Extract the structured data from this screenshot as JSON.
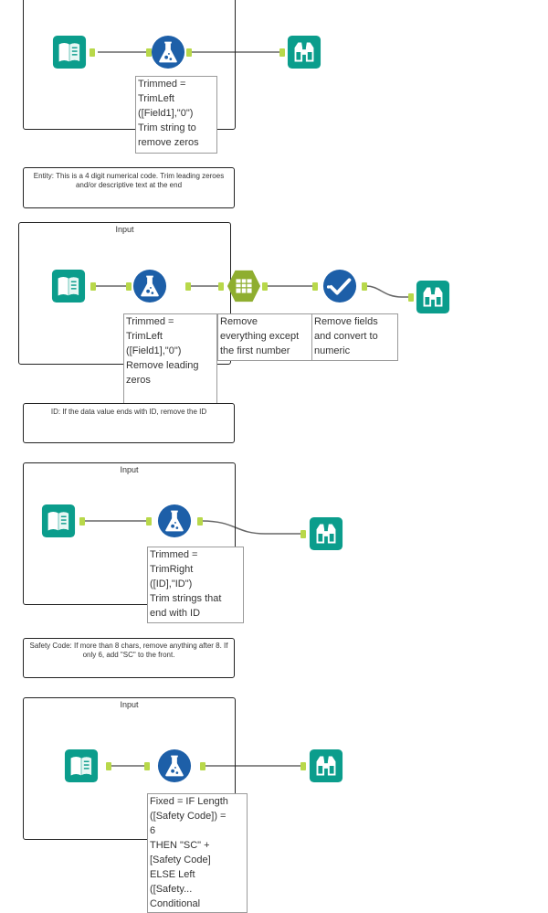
{
  "colors": {
    "teal": "#0b9d8c",
    "blue": "#1d5fa8",
    "olive": "#8fae2f",
    "connector": "#b8d84a",
    "wire": "#666666"
  },
  "icons": {
    "input": "book-icon",
    "formula": "flask-icon",
    "regex": "table-lines-icon",
    "select": "checkmark-icon",
    "browse": "binoculars-icon"
  },
  "workflow1": {
    "annotation": [
      "Trimmed =",
      "TrimLeft",
      "([Field1],\"0\")",
      "Trim string to",
      "remove zeros"
    ]
  },
  "comment_entity": "Entity: This is a 4 digit numerical code. Trim leading zeroes and/or descriptive text at the end",
  "workflow2": {
    "title": "Input",
    "formula_annotation": [
      "Trimmed =",
      "TrimLeft",
      "([Field1],\"0\")",
      "Remove leading",
      "zeros"
    ],
    "regex_annotation": [
      "Remove",
      "everything except",
      "the first number"
    ],
    "select_annotation": [
      "Remove fields",
      "and convert to",
      "numeric"
    ]
  },
  "comment_id": "ID: If the data value ends with ID, remove the ID",
  "workflow3": {
    "title": "Input",
    "annotation": [
      "Trimmed =",
      "TrimRight",
      "([ID],\"ID\")",
      "Trim strings that",
      "end with ID"
    ]
  },
  "comment_safety": "Safety Code: If more than 8 chars, remove anything after 8. If only 6, add \"SC\" to the front.",
  "workflow4": {
    "title": "Input",
    "annotation": [
      "Fixed = IF Length",
      "([Safety Code]) =",
      "6",
      "THEN \"SC\" +",
      "[Safety Code]",
      "ELSE Left",
      "([Safety...",
      "Conditional"
    ]
  }
}
